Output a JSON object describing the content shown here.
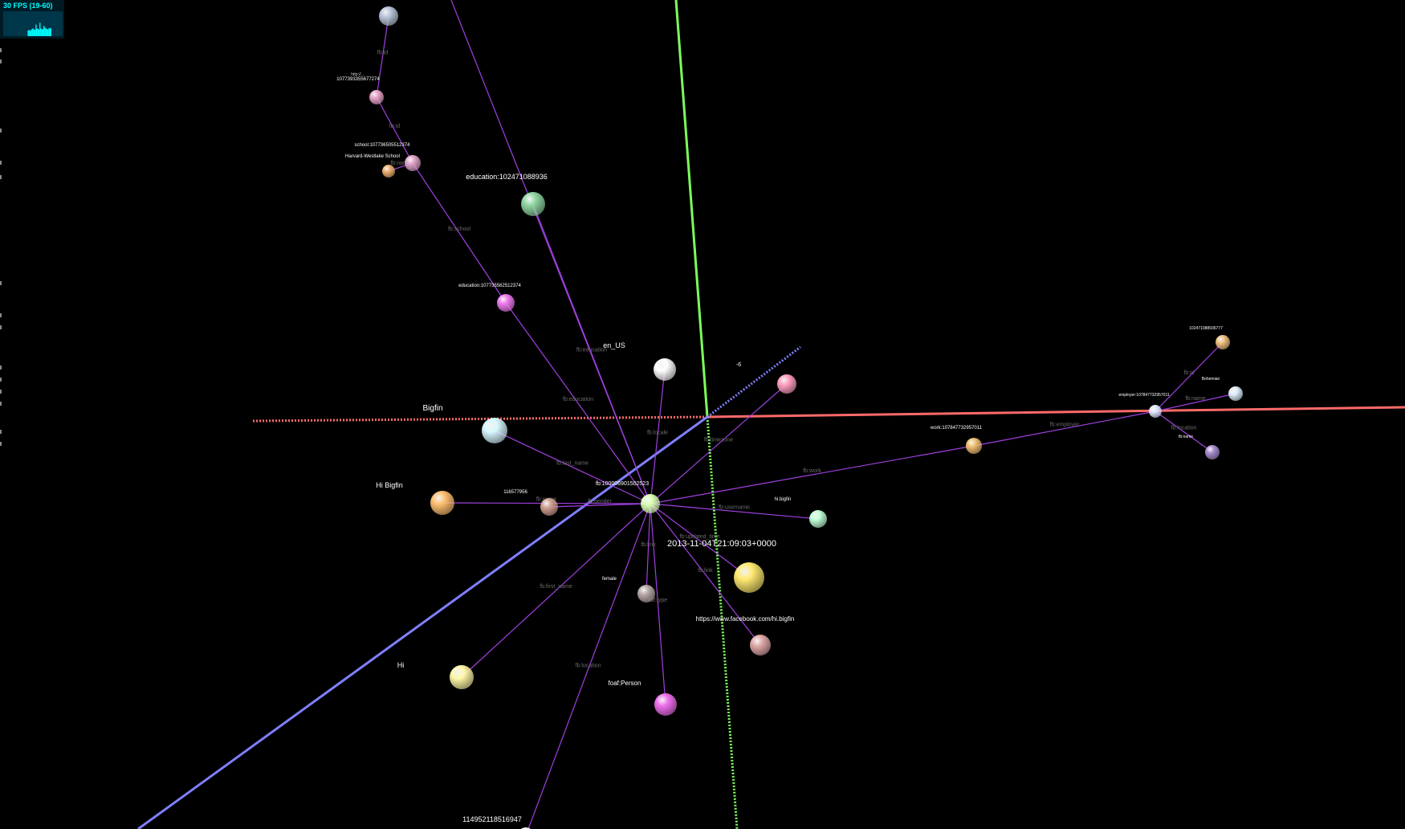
{
  "stats": {
    "fps_label": "30 FPS (19-60)",
    "fps_history": [
      22,
      25,
      21,
      24,
      28,
      30,
      26,
      24,
      45,
      30,
      28,
      26,
      52,
      30,
      26,
      28,
      40,
      34,
      30,
      28,
      26,
      30,
      32,
      30
    ]
  },
  "colors": {
    "background": "#000000",
    "x_axis": "#ff6a6a",
    "y_axis": "#7dff5a",
    "z_axis": "#7f7fff",
    "edge": "#a040e0",
    "hud_text": "#00ffff"
  },
  "graph": {
    "axis_label": "-6",
    "nodes": [
      {
        "id": "fbid_node",
        "color": "#b7c6d8"
      },
      {
        "id": "small_pink_a",
        "label": "1077393355677274",
        "sublabel": "http://…",
        "color": "#e8a4c8"
      },
      {
        "id": "school_node",
        "label": "school:107736505512374",
        "color": "#e0a4c8"
      },
      {
        "id": "harvard_node",
        "label": "Harvard-Westlake School",
        "color": "#f0b070"
      },
      {
        "id": "education_1",
        "label": "education:102471088936",
        "color": "#8fd6a0"
      },
      {
        "id": "education_2",
        "label": "education:107735562512374",
        "color": "#f07af0"
      },
      {
        "id": "locale_node",
        "label": "en_US",
        "color": "#ffffff"
      },
      {
        "id": "pink_right",
        "color": "#ff9fc0"
      },
      {
        "id": "last_name_node",
        "label": "Bigfin",
        "color": "#d8f8ff"
      },
      {
        "id": "name_node",
        "label": "Hi Bigfin",
        "color": "#ffc070"
      },
      {
        "id": "username_node",
        "label": "116577956",
        "color": "#d0a090"
      },
      {
        "id": "center_node",
        "label": "fb:100006901502523",
        "color": "#d8ffb0"
      },
      {
        "id": "mint_node",
        "label": "hi.bigfin",
        "color": "#c0ffd8"
      },
      {
        "id": "updated_node",
        "label": "2013-11-04T21:09:03+0000",
        "color": "#ffea70"
      },
      {
        "id": "gray_node",
        "label": "female",
        "color": "#b8a8a8"
      },
      {
        "id": "link_node",
        "label": "https://www.facebook.com/hi.bigfin",
        "color": "#e0a8a8"
      },
      {
        "id": "first_name_node",
        "label": "Hi",
        "color": "#fff8a8"
      },
      {
        "id": "type_node",
        "label": "foaf:Person",
        "color": "#f070f0"
      },
      {
        "id": "bottom_node",
        "label": "114952118516947",
        "color": "#ffffff"
      },
      {
        "id": "work_node",
        "label": "work:107847732957011",
        "color": "#f0c070"
      },
      {
        "id": "employer_node",
        "label": "employer:107847732957011",
        "color": "#e0e8ff"
      },
      {
        "id": "cluster_a",
        "label": "102471088936777",
        "color": "#f0c080"
      },
      {
        "id": "cluster_b",
        "label": "Bohemian",
        "color": "#e0f0ff"
      },
      {
        "id": "cluster_c",
        "label": "fb:name",
        "color": "#a890d0"
      }
    ],
    "edges": [
      {
        "from": "fbid_node",
        "to": "small_pink_a",
        "label": "fb:id"
      },
      {
        "from": "small_pink_a",
        "to": "school_node",
        "label": "fb:id"
      },
      {
        "from": "school_node",
        "to": "harvard_node",
        "label": "fb:name"
      },
      {
        "from": "school_node",
        "to": "education_2",
        "label": "fb:school"
      },
      {
        "from": "education_2",
        "to": "center_node",
        "label": "fb:education"
      },
      {
        "from": "education_1",
        "to": "center_node",
        "label": "fb:education"
      },
      {
        "from": "center_node",
        "to": "locale_node",
        "label": "fb:locale"
      },
      {
        "from": "center_node",
        "to": "pink_right",
        "label": "fb:timezone"
      },
      {
        "from": "center_node",
        "to": "last_name_node",
        "label": "fb:last_name"
      },
      {
        "from": "center_node",
        "to": "name_node",
        "label": "fb:name"
      },
      {
        "from": "center_node",
        "to": "username_node",
        "label": "fb:gender"
      },
      {
        "from": "center_node",
        "to": "mint_node",
        "label": "fb:username"
      },
      {
        "from": "center_node",
        "to": "updated_node",
        "label": "fb:updated_time"
      },
      {
        "from": "center_node",
        "to": "gray_node",
        "label": "fb:link"
      },
      {
        "from": "center_node",
        "to": "link_node",
        "label": "fb:link"
      },
      {
        "from": "center_node",
        "to": "first_name_node",
        "label": "fb:first_name"
      },
      {
        "from": "center_node",
        "to": "type_node",
        "label": "rdf:type"
      },
      {
        "from": "center_node",
        "to": "bottom_node",
        "label": "fb:location"
      },
      {
        "from": "center_node",
        "to": "work_node",
        "label": "fb:work"
      },
      {
        "from": "work_node",
        "to": "employer_node",
        "label": "fb:employer"
      },
      {
        "from": "employer_node",
        "to": "cluster_a",
        "label": "fb:id"
      },
      {
        "from": "employer_node",
        "to": "cluster_b",
        "label": "fb:name"
      },
      {
        "from": "employer_node",
        "to": "cluster_c",
        "label": "fb:location"
      },
      {
        "from": "fbid_node",
        "to": "center_node",
        "label": "fb:id"
      }
    ]
  }
}
